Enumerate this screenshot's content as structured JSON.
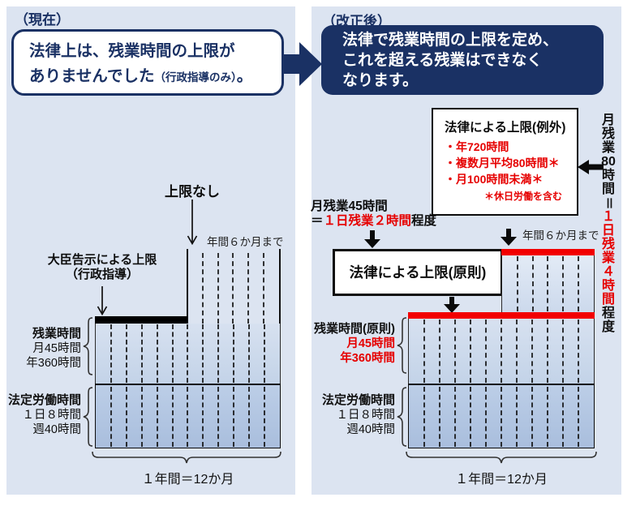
{
  "left": {
    "title": "（現在）",
    "headline": {
      "line1": "法律上は、残業時間の上限が",
      "line2_main": "ありませんでした",
      "line2_small": "（行政指導のみ）",
      "line2_end": "。"
    },
    "no_limit_label": "上限なし",
    "six_months_label": "年間６か月まで",
    "minister_line1": "大臣告示による上限",
    "minister_line2": "（行政指導）",
    "overtime": {
      "title": "残業時間",
      "monthly": "月45時間",
      "yearly": "年360時間"
    },
    "statutory": {
      "title": "法定労働時間",
      "daily": "１日８時間",
      "weekly": "週40時間"
    },
    "year_label": "１年間＝12か月"
  },
  "right": {
    "title": "（改正後）",
    "headline": {
      "line1": "法律で残業時間の上限を定め、",
      "line2": "これを超える残業はできなく",
      "line3": "なります。"
    },
    "exception_box": {
      "title": "法律による上限(例外)",
      "items": [
        "・年720時間",
        "・複数月平均80時間＊",
        "・月100時間未満＊"
      ],
      "note": "＊休日労働を含む"
    },
    "monthly80": {
      "seg_black1": "月残業",
      "seg_number": "80",
      "seg_black2": "時間＝",
      "seg_red": "１日残業４時間",
      "seg_black3": "程度"
    },
    "monthly45": {
      "line1": "月残業45時間",
      "eq": "＝",
      "red": "１日残業２時間",
      "suffix": "程度"
    },
    "principle_box_label": "法律による上限(原則)",
    "six_months_label": "年間６か月まで",
    "overtime": {
      "title": "残業時間(原則)",
      "monthly": "月45時間",
      "yearly": "年360時間"
    },
    "statutory": {
      "title": "法定労働時間",
      "daily": "１日８時間",
      "weekly": "週40時間"
    },
    "year_label": "１年間＝12か月"
  },
  "colors": {
    "navy": "#1a3164",
    "red_text": "#e60000",
    "red_cap": "#f20000",
    "panel_bg": "#dce4f1",
    "black_cap": "#000000"
  }
}
